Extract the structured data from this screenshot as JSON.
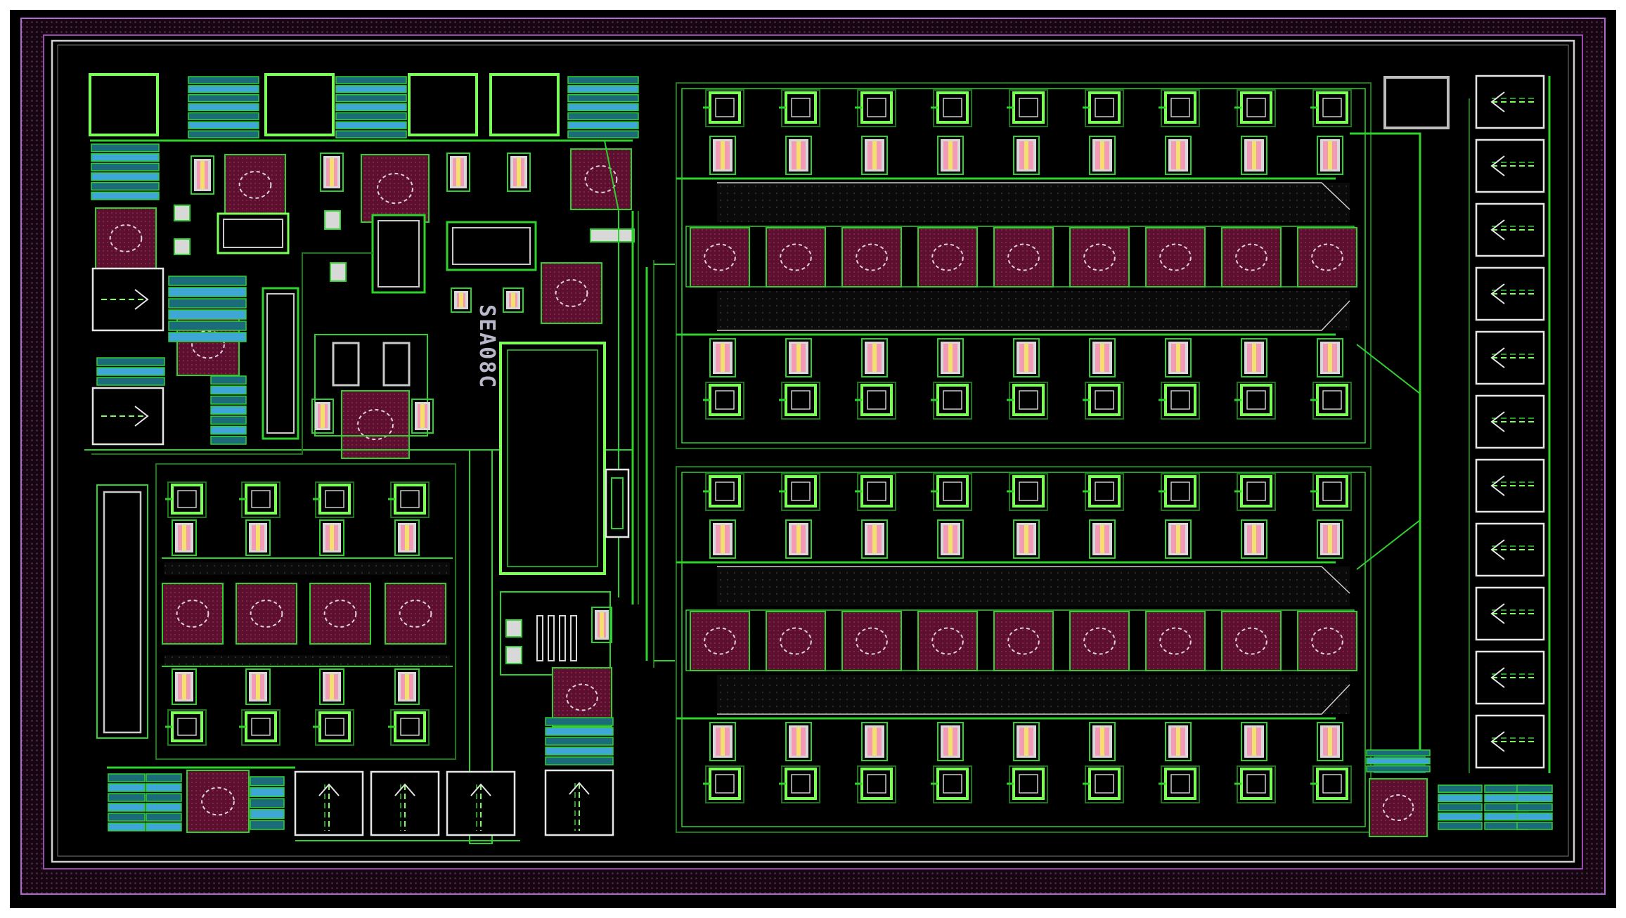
{
  "title": "",
  "chip_label": "SEA08C",
  "colors": {
    "background": "#000000",
    "page_background": "#ffffff",
    "seal_ring_outer": "#b06ad0",
    "seal_ring_fill": "#1a0a1a",
    "metal_green": "#2fd12f",
    "metal_bright_green": "#7dff5a",
    "metal_dark_green": "#177a17",
    "poly_cyan": "#3fa6d8",
    "pad_fill": "#5c0f2e",
    "pad_outline": "#e0d0e0",
    "resistor_pink": "#f29bb8",
    "resistor_yellow": "#f4e16a",
    "border_gray": "#cfcfcf"
  },
  "layers": [
    "seal-ring",
    "metal1",
    "metal2",
    "poly",
    "via",
    "pad",
    "resistor",
    "text-label"
  ],
  "transistor_array": {
    "columns": 9,
    "blocks": 2,
    "rows_per_block": [
      "device-row",
      "contact-row",
      "pad-row",
      "contact-row",
      "device-row"
    ]
  },
  "left_array": {
    "columns": 4,
    "rows": [
      "device-row",
      "contact-row",
      "pad-row",
      "contact-row",
      "device-row"
    ]
  },
  "io_cells_right": 11,
  "io_cells_bottom": 4
}
